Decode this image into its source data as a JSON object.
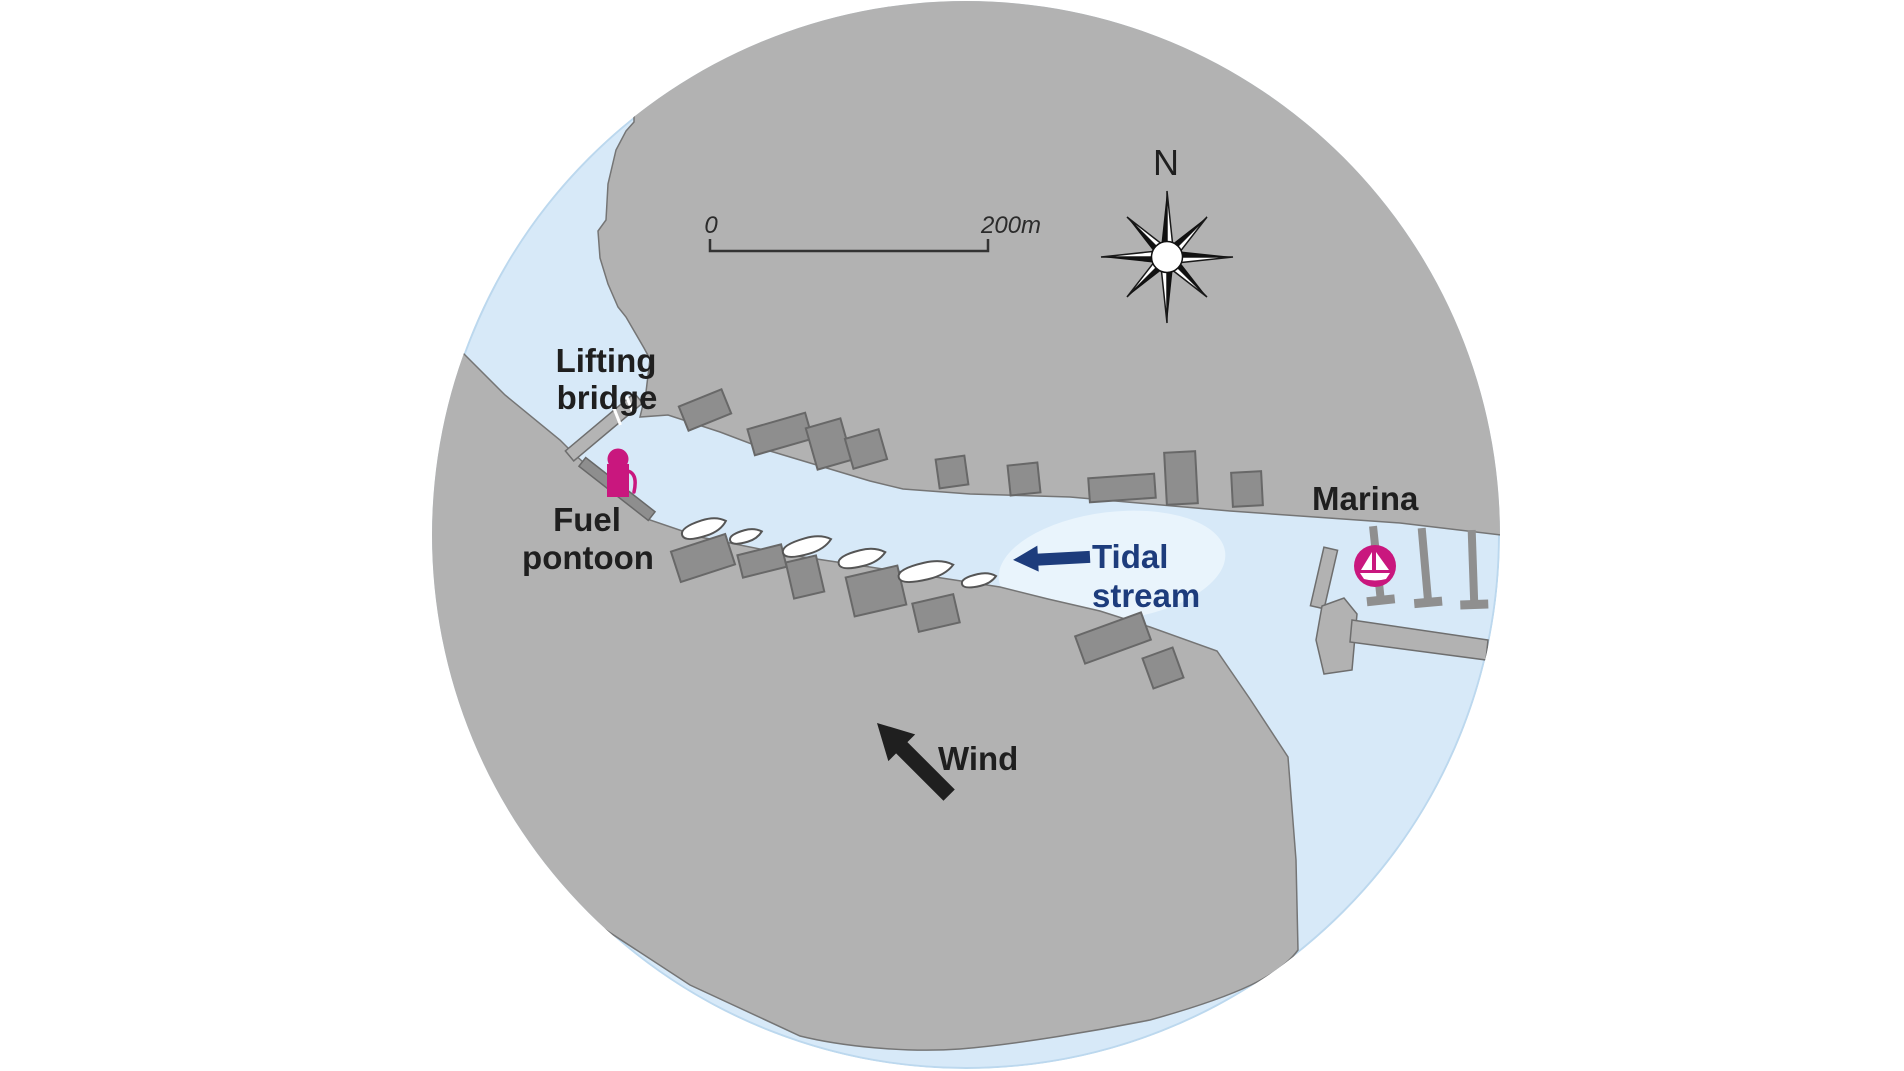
{
  "title": "Harbour chart: lifting bridge, fuel pontoon and marina",
  "compass": {
    "north_label": "N"
  },
  "scale_bar": {
    "start": "0",
    "end": "200m"
  },
  "labels": {
    "lifting_bridge": [
      "Lifting",
      "bridge"
    ],
    "fuel_pontoon": [
      "Fuel",
      "pontoon"
    ],
    "marina": "Marina",
    "tidal_stream": [
      "Tidal",
      "stream"
    ],
    "wind": "Wind"
  },
  "icons": {
    "compass_rose": "eight-point-star",
    "fuel_pump": "magenta fuel pump with hose",
    "marina_symbol": "magenta circle with white sailboat",
    "tidal_arrow": "blue arrow pointing west",
    "wind_arrow": "black arrow pointing north-west"
  },
  "colors": {
    "water": "#d7e9f8",
    "water_halo": "#e9f4fc",
    "water_edge": "#bcd8ee",
    "land": "#b2b2b2",
    "building": "#8e8e8e",
    "boat_fill": "#ffffff",
    "magenta": "#c9177e",
    "tidal_blue": "#1d3c7c",
    "label_dark": "#1f1f1f",
    "scale_text": "#2b2b2b"
  }
}
